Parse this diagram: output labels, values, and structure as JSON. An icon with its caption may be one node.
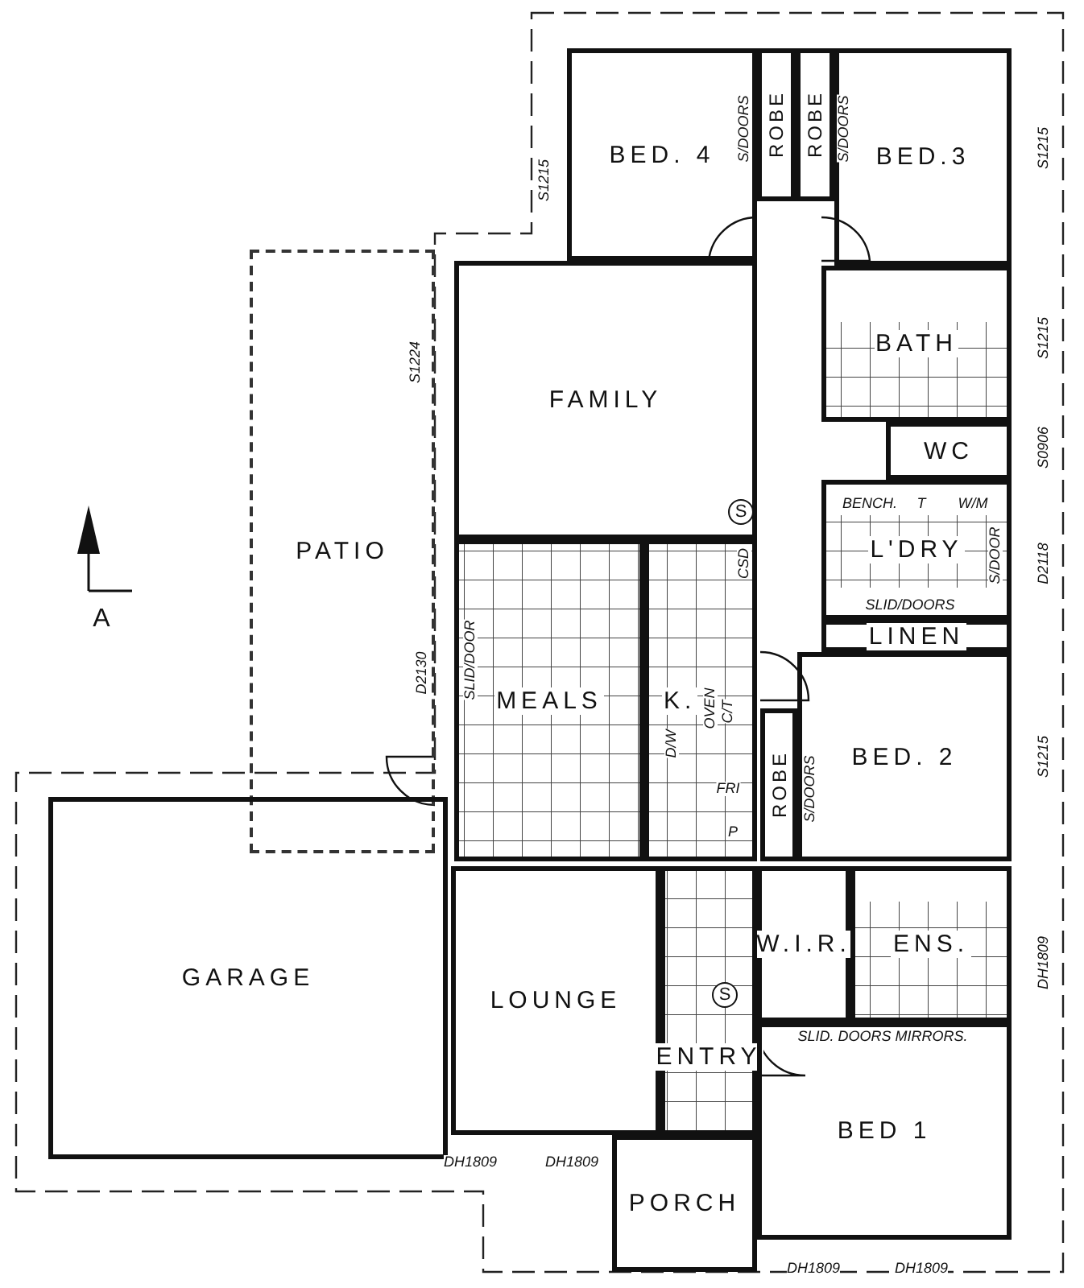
{
  "diagram": {
    "nodes": [
      {
        "text": [
          "BED. 4"
        ]
      },
      {
        "text": [
          "ROBE"
        ]
      },
      {
        "text": [
          "ROBE"
        ]
      },
      {
        "text": [
          "BED.3"
        ]
      },
      {
        "text": [
          "PATIO"
        ]
      },
      {
        "text": [
          "FAMILY"
        ]
      },
      {
        "text": [
          "BATH"
        ]
      },
      {
        "text": [
          "WC"
        ]
      },
      {
        "text": [
          "L'DRY"
        ]
      },
      {
        "text": [
          "MEALS"
        ]
      },
      {
        "text": [
          "K."
        ]
      },
      {
        "text": [
          "LINEN"
        ]
      },
      {
        "text": [
          "BED. 2"
        ]
      },
      {
        "text": [
          "ROBE"
        ]
      },
      {
        "text": [
          "GARAGE"
        ]
      },
      {
        "text": [
          "LOUNGE"
        ]
      },
      {
        "text": [
          "W.I.R."
        ]
      },
      {
        "text": [
          "ENS."
        ]
      },
      {
        "text": [
          "ENTRY"
        ]
      },
      {
        "text": [
          "BED 1"
        ]
      },
      {
        "text": [
          "PORCH"
        ]
      }
    ],
    "labels": [
      "S1215",
      "S/DOORS",
      "S/DOORS",
      "S1215",
      "S1215",
      "S1224",
      "S0906",
      "BENCH.",
      "T",
      "W/M",
      "S/DOOR",
      "D2118",
      "SLID/DOORS",
      "CSD",
      "SLID/DOOR",
      "D2130",
      "C/T",
      "OVEN",
      "D/W",
      "FRI",
      "P",
      "S/DOORS",
      "S1215",
      "A",
      "S",
      "S",
      "SLID. DOORS MIRRORS.",
      "DH1809",
      "DH1809",
      "DH1809",
      "DH1809",
      "DH1809"
    ]
  }
}
